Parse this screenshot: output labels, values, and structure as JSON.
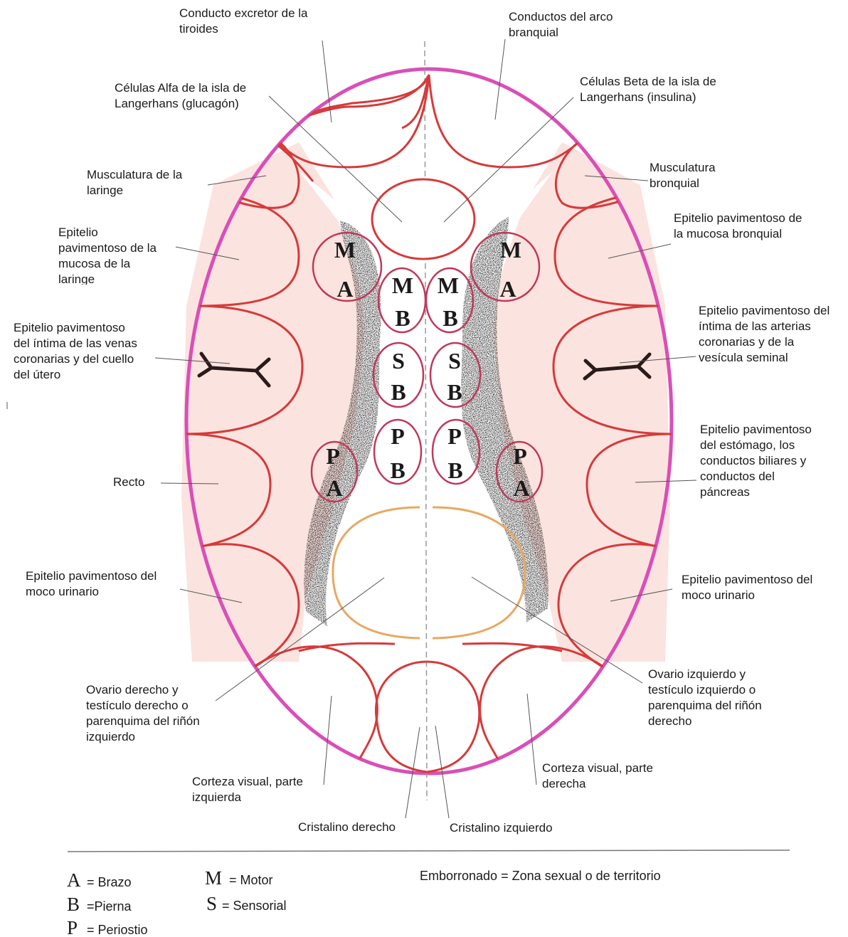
{
  "labels": {
    "tiroides": "Conducto excretor de la\ntiroides",
    "arco_branquial": "Conductos del arco\nbranquial",
    "alfa": "Células Alfa de la isla de\nLangerhans (glucagón)",
    "beta": "Células Beta de la isla de\nLangerhans (insulina)",
    "musc_laringe": "Musculatura de la\nlaringe",
    "musc_bronquial": "Musculatura\nbronquial",
    "epi_laringe": "Epitelio\npavimentoso de la\nmucosa de la\nlaringe",
    "epi_bronquial": "Epitelio pavimentoso de\nla mucosa bronquial",
    "epi_venas": "Epitelio pavimentoso\ndel íntima de las venas\ncoronarias y del cuello\ndel útero",
    "epi_arterias": "Epitelio pavimentoso del\níntima de las arterias\ncoronarias y de la\nvesícula seminal",
    "recto": "Recto",
    "epi_estomago": "Epitelio pavimentoso\ndel estómago, los\nconductos biliares y\nconductos del\npáncreas",
    "moco_izq": "Epitelio pavimentoso del\nmoco urinario",
    "moco_der": "Epitelio pavimentoso del\nmoco urinario",
    "ovario_derecho": "Ovario derecho y\ntestículo derecho o\nparenquima del riñón\nizquierdo",
    "ovario_izquierdo": "Ovario izquierdo y\ntestículo izquierdo o\nparenquima del riñón\nderecho",
    "corteza_izq": "Corteza visual, parte\nizquierda",
    "corteza_der": "Corteza visual, parte\nderecha",
    "cristalino_der": "Cristalino derecho",
    "cristalino_izq": "Cristalino izquierdo"
  },
  "inner_letters": {
    "ma_left": [
      "M",
      "A"
    ],
    "ma_right": [
      "M",
      "A"
    ],
    "mb_left": [
      "M",
      "B"
    ],
    "mb_right": [
      "M",
      "B"
    ],
    "sb_left": [
      "S",
      "B"
    ],
    "sb_right": [
      "S",
      "B"
    ],
    "pb_left": [
      "P",
      "B"
    ],
    "pb_right": [
      "P",
      "B"
    ],
    "pa_left": [
      "P",
      "A"
    ],
    "pa_right": [
      "P",
      "A"
    ]
  },
  "legend": {
    "a_symbol": "A",
    "a_text": "= Brazo",
    "b_symbol": "B",
    "b_text": "=Pierna",
    "p_symbol": "P",
    "p_text": "= Periostio",
    "m_symbol": "M",
    "m_text": "= Motor",
    "s_symbol": "S",
    "s_text": "= Sensorial",
    "note": "Emborronado = Zona sexual o de territorio"
  },
  "colors": {
    "outer_ring": "#d94fb7",
    "cell_border": "#d63a3a",
    "lens": "#e8a862",
    "fill": "#fbe3df"
  }
}
